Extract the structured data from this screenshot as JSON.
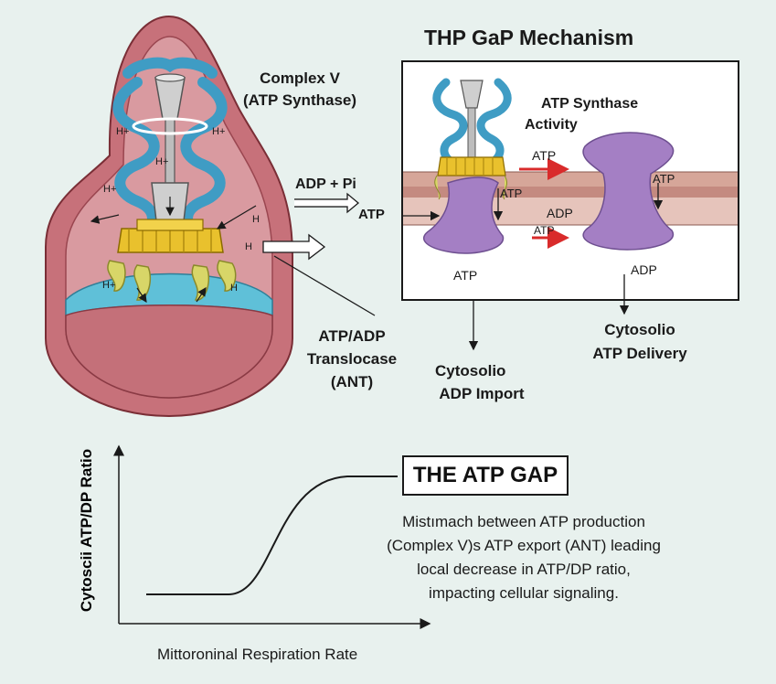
{
  "title": "THP GaP Mechanism",
  "mito_labels": {
    "complex_v": "Complex V",
    "complex_v_sub": "(ATP Synthase)",
    "adp_pi": "ADP + Pi",
    "atp": "ATP",
    "ant": "ATP/ADP",
    "ant_2": "Translocase",
    "ant_3": "(ANT)",
    "h_plus": "H+",
    "h": "H"
  },
  "inset_labels": {
    "synthase_activity": "ATP Synthase",
    "synthase_activity_2": "Activity",
    "atp_arrow_1": "ATP",
    "atp_arrow_2": "ATP",
    "atp_right": "ATP",
    "atp_mid": "ATP",
    "adp_mid": "ADP",
    "atp_below": "ATP",
    "adp_below": "ADP"
  },
  "bottom_labels": {
    "import_1": "Cytosolio",
    "import_2": "ADP Import",
    "delivery_1": "Cytosolio",
    "delivery_2": "ATP Delivery"
  },
  "gap": {
    "title": "THE ATP GAP",
    "lines": [
      "Mistımach between ATP production",
      "(Complex V)s ATP export (ANT) leading",
      "local decrease in ATP/DP ratio,",
      "impacting cellular signaling."
    ]
  },
  "graph": {
    "ylabel": "Cytoscii ATP/DP Ratio",
    "xlabel": "Mittoroninal Respiration Rate"
  },
  "colors": {
    "mito_outer": "#c7717a",
    "mito_inner": "#d99aa0",
    "matrix": "#5fc0d8",
    "helix": "#3f9cc4",
    "stator": "#e9c12d",
    "membrane": "#d6a699",
    "ant_purple": "#a47fc4",
    "arrow_red": "#d92b2b"
  }
}
